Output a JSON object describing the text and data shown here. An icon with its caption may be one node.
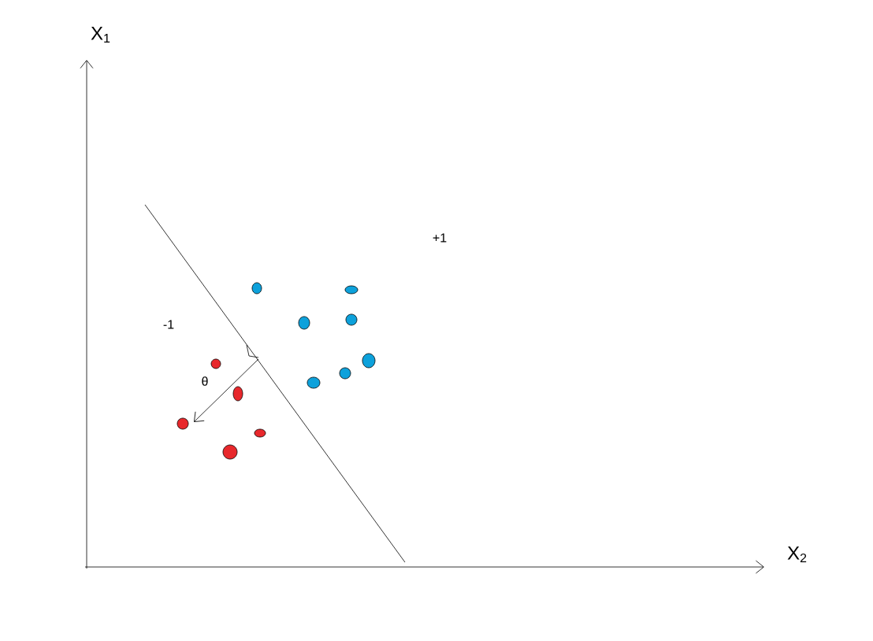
{
  "diagram": {
    "labels": [
      "X$_{1}$",
      "+1",
      "-1",
      "θ",
      "X$_{2}$"
    ]
  }
}
